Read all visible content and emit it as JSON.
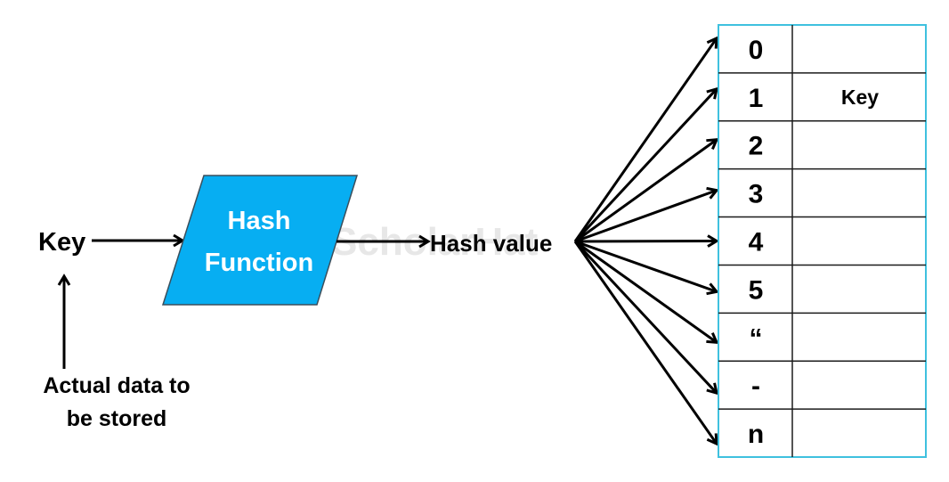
{
  "watermark": "ScholarHat",
  "input": {
    "key_label": "Key",
    "source_label_line1": "Actual data to",
    "source_label_line2": "be stored"
  },
  "hash_function": {
    "line1": "Hash",
    "line2": "Function",
    "fill_color": "#07aef2"
  },
  "hash_value_label": "Hash value",
  "table": {
    "border_color": "#3fc1df",
    "rows": [
      {
        "index": "0",
        "value": ""
      },
      {
        "index": "1",
        "value": "Key"
      },
      {
        "index": "2",
        "value": ""
      },
      {
        "index": "3",
        "value": ""
      },
      {
        "index": "4",
        "value": ""
      },
      {
        "index": "5",
        "value": ""
      },
      {
        "index": "“",
        "value": ""
      },
      {
        "index": "-",
        "value": ""
      },
      {
        "index": "n",
        "value": ""
      }
    ]
  }
}
